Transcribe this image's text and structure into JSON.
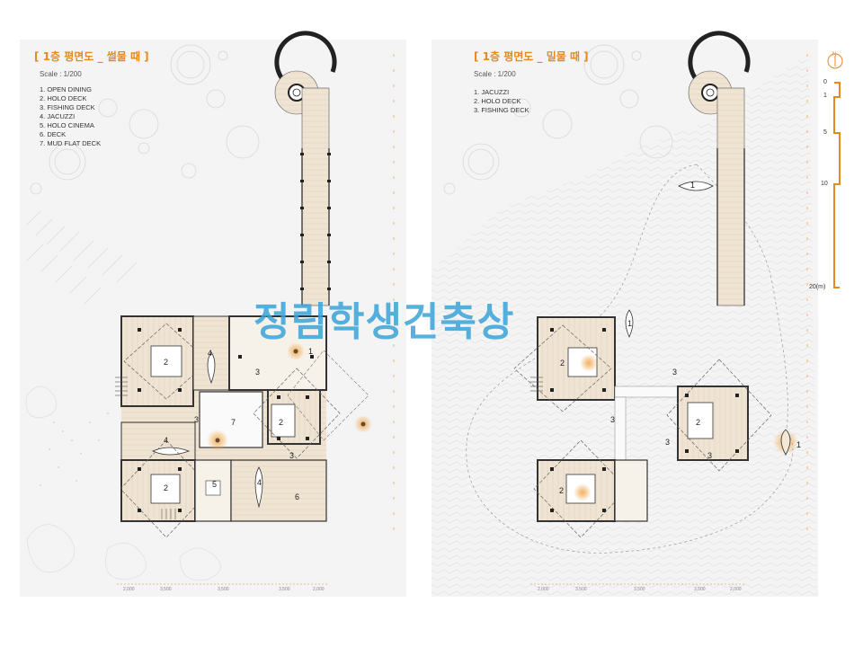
{
  "left_plan": {
    "title": "[ 1층 평면도 _ 썰물 때 ]",
    "scale": "Scale : 1/200",
    "legend": [
      "1. OPEN DINING",
      "2. HOLO DECK",
      "3. FISHING DECK",
      "4. JACUZZI",
      "5. HOLO CINEMA",
      "6. DECK",
      "7. MUD FLAT DECK"
    ],
    "room_numbers": [
      "2",
      "4",
      "3",
      "1",
      "3",
      "7",
      "2",
      "4",
      "3",
      "2",
      "5",
      "4",
      "6"
    ],
    "bottom_dims": [
      "2,000",
      "3,500",
      "3,500",
      "3,500",
      "2,000"
    ]
  },
  "right_plan": {
    "title": "[ 1층 평면도 _ 밀물 때 ]",
    "scale": "Scale : 1/200",
    "legend": [
      "1. JACUZZI",
      "2. HOLO DECK",
      "3. FISHING DECK"
    ],
    "room_numbers": [
      "1",
      "1",
      "2",
      "3",
      "3",
      "2",
      "3",
      "3",
      "2",
      "1"
    ],
    "bottom_dims": [
      "2,000",
      "3,500",
      "3,500",
      "3,500",
      "2,000"
    ]
  },
  "north_arrow": {
    "label": "N"
  },
  "scale_bar": {
    "labels": [
      "0",
      "1",
      "5",
      "10",
      "20(m)"
    ]
  },
  "watermark": "정림학생건축상",
  "colors": {
    "accent": "#e58a1f",
    "watermark": "#3aa4d8",
    "floor": "#efe4d3",
    "wall": "#333333"
  }
}
